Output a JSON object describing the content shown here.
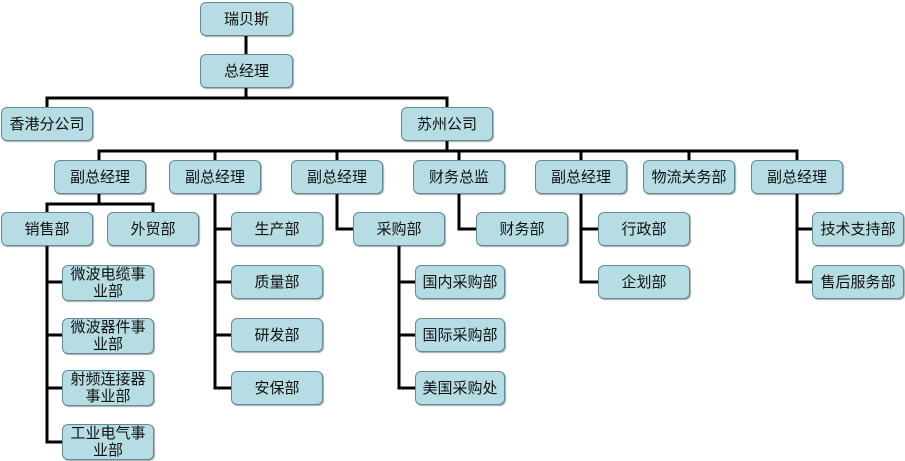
{
  "colors": {
    "box_fill": "#b7dde4",
    "box_border": "#5f8c96",
    "line": "#000000"
  },
  "nodes": {
    "ruibeisi": "瑞贝斯",
    "general_manager": "总经理",
    "hongkong_branch": "香港分公司",
    "suzhou_company": "苏州公司",
    "vp1": "副总经理",
    "vp2": "副总经理",
    "vp3": "副总经理",
    "finance_director": "财务总监",
    "vp4": "副总经理",
    "logistics_customs": "物流关务部",
    "vp5": "副总经理",
    "sales_dept": "销售部",
    "foreign_trade_dept": "外贸部",
    "microwave_cable_div": "微波电缆事业部",
    "microwave_device_div": "微波器件事业部",
    "rf_connector_div": "射频连接器事业部",
    "industrial_electric_div": "工业电气事业部",
    "production_dept": "生产部",
    "quality_dept": "质量部",
    "rnd_dept": "研发部",
    "security_dept": "安保部",
    "purchasing_dept": "采购部",
    "domestic_purchasing": "国内采购部",
    "intl_purchasing": "国际采购部",
    "us_purchasing": "美国采购处",
    "finance_dept": "财务部",
    "admin_dept": "行政部",
    "planning_dept": "企划部",
    "tech_support_dept": "技术支持部",
    "after_sales_dept": "售后服务部"
  }
}
